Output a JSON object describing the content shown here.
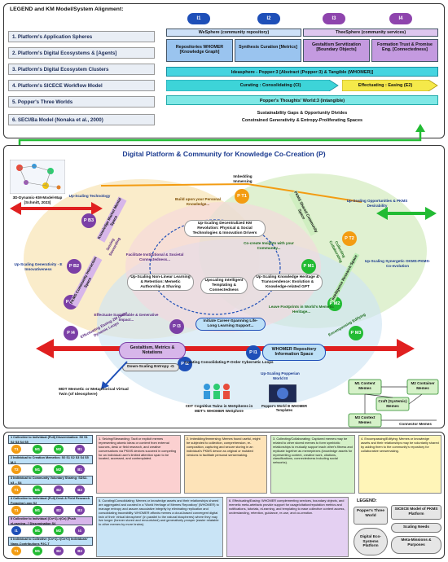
{
  "top": {
    "legend_title": "LEGEND and KM Model/System Alignment:",
    "rows": [
      "1. Platform's Application Spheres",
      "2. Platform's Digital Ecosystems & [Agents]",
      "3. Platform's Digital Ecosystem Clusters",
      "4. Platform's SICECE Workflow Model",
      "5. Popper's Three Worlds",
      "6. SECI/Ba Model (Nonaka et al., 2000)"
    ],
    "stage_labels": [
      "I1",
      "I2",
      "I3",
      "I4"
    ],
    "wesphere": "WeSphere (community repository)",
    "thesphere": "TheeSphere (community services)",
    "boxes": [
      "Repositories WHOMER [Knowledge Graph]",
      "Synthesis Curation [Metrics]",
      "Gestaltism Servitization [Boundary Objects]",
      "Formation Trust & Promise Eng. [Connectedness]"
    ],
    "ideasphere": "Ideasphere - Popper:3 [Abstract (Popper:3) & Tangible (WHOMER)]",
    "curating": "Curating : Consolidating (CI)",
    "effectuating": "Effectuating : Easing (E2)",
    "popper_bar": "Popper's Thoughts' World:3 (intangible)",
    "seci1": "Sustainability Gaps & Opportunity Divides",
    "seci2": "Constrained Generativity & Entropy-Proliferating Spaces"
  },
  "diagram": {
    "title": "Digital Platform & Community for Knowledge Co-Creation (P)",
    "map_caption": "3D-Dynamic-KM-Model-Map [Schmitt, 2023]",
    "nodes": [
      "P B3",
      "P B2",
      "P B1",
      "P I4",
      "P T1",
      "P T2",
      "P M1",
      "P M2",
      "P M3",
      "P I3",
      "P I2",
      "P I1"
    ],
    "labels": {
      "upscaling_tech": "Up-Scaling Technology",
      "upscaling_gen": "Up-Scaling Generativity - E Innovativeness",
      "upscaling_opp": "Up-Scaling Opportunities & PKMS Desirability",
      "upscaling_syn": "Up-Scaling Synergetic OKMS-PKMS-Co-evolution",
      "embedding": "Imbedding Immersing",
      "build_upon": "Build upon your Personal Knowledge...",
      "center_top": "Up-Scaling Decentralized KM Revolution: Physical & Social Technologies & Innovation Drivers",
      "facilitate": "Facilitate Institutional & Societal Connectedness...",
      "cocreate": "Co-create Insights with your Community...",
      "nonlinear": "Up-Scaling Non-Linear Learning & Retention: Memetic Authorship & Sharing",
      "intelligent": "Upscaling Intelligent Templating & Connectedness",
      "heritage": "Up-Scaling Knowledge Heritage & Transcendence: Evolution & Knowledge-related GPT",
      "sustainable": "Effectuate Sustainable & Generative Impact...",
      "career": "Initiate Career-Spanning Life-Long Learning Support...",
      "footprint": "Leave Footprints in World's Memetic Heritage...",
      "gestalt": "Gestaltism, Metrics & Notations",
      "curating_loops": "Curating Consolidating P-Order Cybernetic Loops",
      "downscaling": "Down-Scaling Entropy -G",
      "whomer": "WHOMER Repository Information Space",
      "popperian": "Up-Scaling Popperian World III",
      "seizing": "Seizing Stewarding",
      "knowledge_market": "Knowledge Market Mental Space",
      "collecting": "Collecting Collaborating",
      "shared_space": "PKMS Shared Community Space",
      "intelligence": "Intelligence Research Space",
      "encompassing": "Encompassing Edifying",
      "pkms_community": "PKMS Community Interaction Space",
      "effectuating_easing": "Effectuating Easing ZM Order Dynamic Loops",
      "mdt": "MDT Memetic or Metaphorical Virtual Twin (of Ideosphere)",
      "cdt": "CDT Cognitive Twins in WeSpheres in MDT's WHOMER WeSphere",
      "popper_templates": "Popper's World III WHOMER Templates"
    }
  },
  "bottom": {
    "left_bars": [
      "1 Collective to Individual (Pull) Dissemination: S0 S1 S2 S3 S4 S5",
      "2 Individual to Creation Memetics: S0 S1 S2 S3 S4 S5 M-1",
      "3 Individual to Community Voluntary Sharing: SDS2-k3 -- S4",
      "4 Collective to Individual (Pull) Desk & Field Research Foraging Loop S2",
      "5 Collective to Individual (Cn+1)->(Cn) [Push eLearning...] Dissemination S4",
      "6 Individual to Collective (Cn+1)->(Cn+2) Individuals' Nano-Contributions P2C-T"
    ],
    "circle_sets": [
      [
        "T1",
        "M1",
        "M2",
        "B1"
      ],
      [
        "T2",
        "M1",
        "M2",
        "B1"
      ],
      [
        "T1",
        "M1",
        "B2",
        "B3"
      ],
      [
        "T1",
        "M1",
        "B2",
        "B3"
      ],
      [
        "I1",
        "M1",
        "M2",
        "I4"
      ],
      [
        "T1",
        "M1",
        "B2",
        "B3"
      ]
    ],
    "notes": [
      "1. Seizing/Stewarding: Tacit or explicit memes representing atomic ideas or content from external sources, desk or field research, and creative conversations via PKMS devices succeed in competing for an individual user's limited attention span to be located, accessed, and contemplated.",
      "2. Imbedding/Immersing: Memes found useful, might be subjected to collection, comprehension, re-composition, capturing and secure storing in an individual's PKMS device as original or mutated versions to facilitate personal sensemaking.",
      "3. Collecting/Collaborating: Captured memes may be related to other stored memes to form symbiotic relationships to mutually support each other's fitness and replicate together as memeplexes (knowledge assets for representing content, creative work, citations, classifications, connectedness including social networks).",
      "4. Encompassing/Edifying: Memes or knowledge assets and their relationships may be voluntarily shared by adding them to the community's repository for collaborative sensemaking.",
      "5. Curating/Consolidating: Memes or knowledge assets and their relationships shared are aggregated and curated in a 'World Heritage of Memes Repository' (WHOMER) to manage entropy and assure associative integrity by eliminating replication and consolidating traceability. WHOMER affords memes a cloud-based convergent digital twin of their 'virtual ideosphere' (in parallel to the natural biospheres) where they may live longer (forever stored and renourished) and generatively prosper (easier relatable to other memes by more brains).",
      "6. Effectuating/Easing: WHOMER complementing services, boundary objects, and memetic meta-artefacts provide support for usage/citation/reputation metrics and notifications, tutorials, eLearning, and templating to ease collective content access, understanding, retention, guidance, re-use, and co-creation."
    ],
    "memes": {
      "content": "M1 Content Memes",
      "container": "M2 Container Memes",
      "craft": "Craft (Systemic) Memes",
      "context": "M3 Context Memes",
      "connector": "Connector Memes"
    },
    "legend": {
      "title": "LEGEND:",
      "items": [
        "Popper's Three World",
        "SICECE Model of PKMS Platform",
        "Scaling Needs",
        "Digital Eco-Systems Platform",
        "Meta-Missions & Purposes"
      ]
    }
  },
  "colors": {
    "teal": "#1ec8c8",
    "green": "#22bb33",
    "purple": "#7b3fa6",
    "orange": "#f39c12",
    "red": "#e02020",
    "blue": "#1e4fb8",
    "yellow": "#f4e23c"
  }
}
